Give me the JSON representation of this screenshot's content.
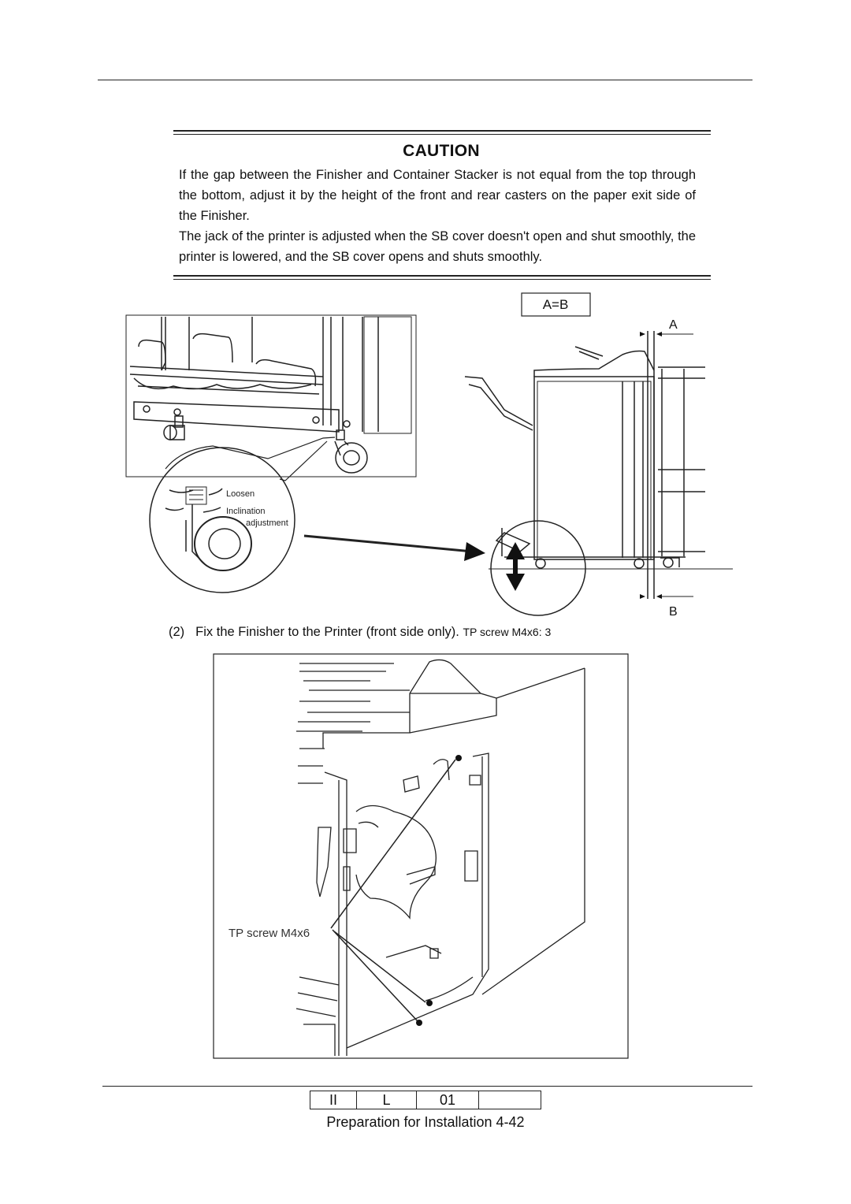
{
  "caution": {
    "title": "CAUTION",
    "para1": "If the gap between the Finisher and Container Stacker is not equal from the top through the bottom, adjust it by the height of the front and rear casters on the paper exit side of the Finisher.",
    "para2": "The jack of the printer is adjusted when the SB cover doesn't open and shut smoothly, the printer is lowered, and the SB cover opens and shuts smoothly."
  },
  "figure1": {
    "box_label": "A=B",
    "label_a": "A",
    "label_b": "B",
    "loosen": "Loosen",
    "inclination": "Inclination",
    "adjustment": "adjustment"
  },
  "step2": {
    "number": "(2)",
    "text": "Fix the Finisher to the Printer (front side only).",
    "note": "TP screw M4x6: 3"
  },
  "figure2": {
    "screw_label": "TP screw M4x6"
  },
  "footer": {
    "cells": [
      "II",
      "L",
      "01",
      ""
    ],
    "caption": "Preparation for Installation 4-42"
  }
}
